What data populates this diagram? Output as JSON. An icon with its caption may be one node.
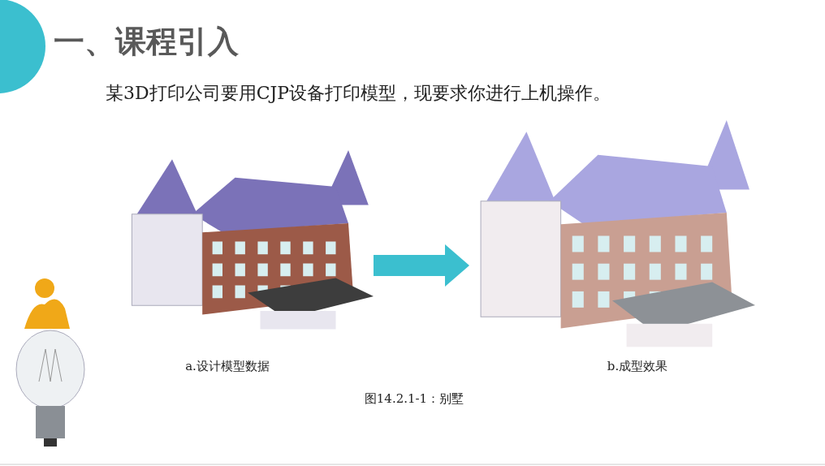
{
  "diagram": {
    "title": "一、课程引入",
    "nodes": [
      {
        "text": [],
        "shape": "picture",
        "beside": [
          "a.设计模型数据"
        ]
      },
      {
        "text": [],
        "shape": "picture",
        "beside": [
          "b.成型效果"
        ]
      }
    ],
    "edges": [
      {
        "from": 0,
        "to": 1,
        "arrow": "to",
        "color": "#3bbfcf"
      }
    ],
    "labels": [
      "某3D打印公司要用CJP设备打印模型，现要求你进行上机操作。",
      "图14.2.1-1：别墅"
    ]
  }
}
